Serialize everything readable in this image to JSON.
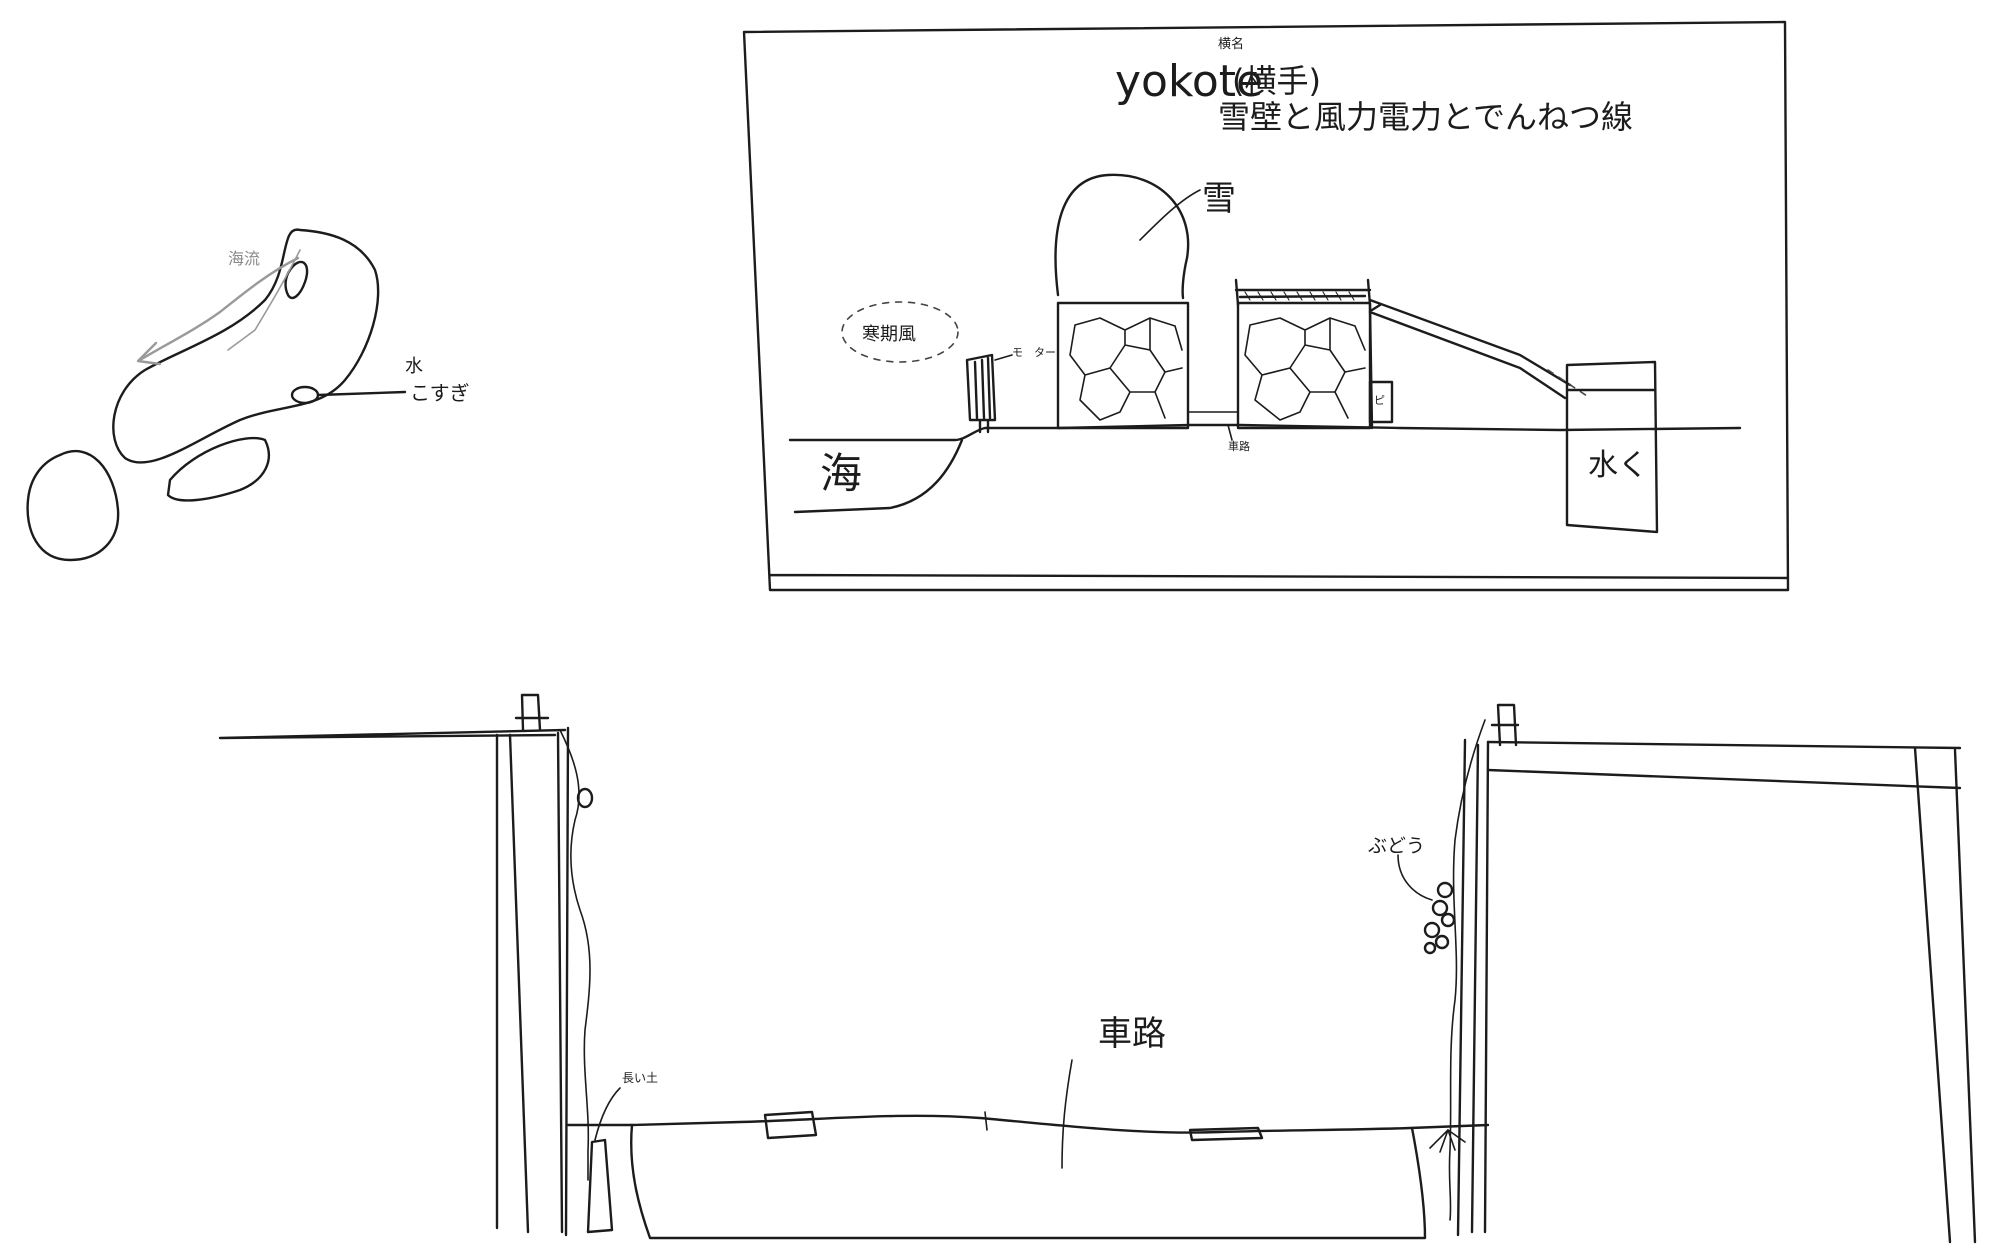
{
  "sketch": {
    "map": {
      "current_label": "海流",
      "place_label_line1": "水",
      "place_label_line2": "こすぎ"
    },
    "section": {
      "title_romaji": "yokote",
      "title_kanji": "(横手)",
      "title_ruby": "横名",
      "subtitle": "雪壁と風力電力とでんねつ線",
      "snow_label": "雪",
      "wind_label": "寒期風",
      "small_label_wind": "モ　ター",
      "road_label_small": "車路",
      "sea_label": "海",
      "water_label": "水く",
      "device_label": "ピ"
    },
    "street": {
      "road_label": "車路",
      "grape_label": "ぶどう",
      "long_label": "長い土"
    }
  }
}
